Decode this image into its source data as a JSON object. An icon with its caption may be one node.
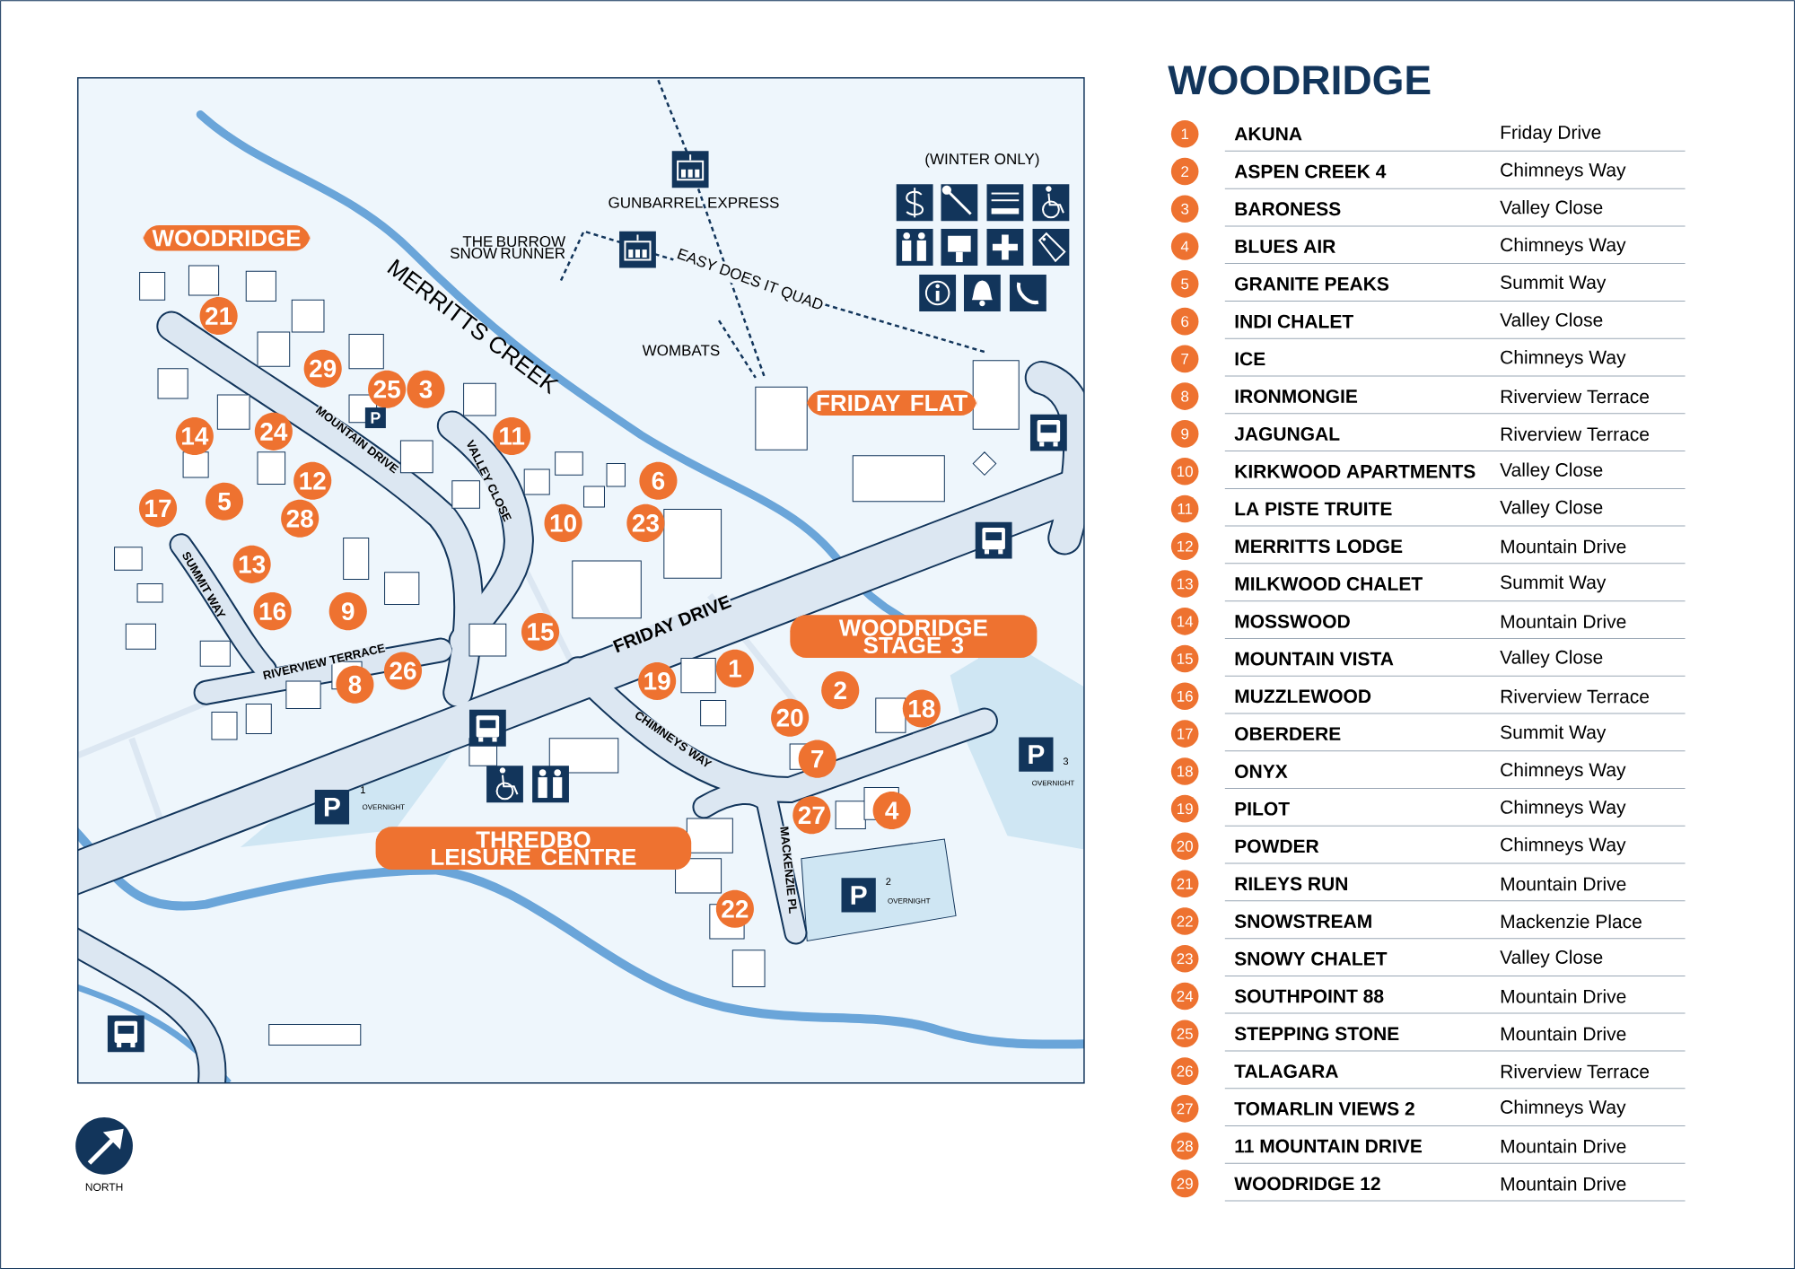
{
  "diagram": {
    "title": "WOODRIDGE",
    "nodes": [
      {
        "text": [
          "WOODRIDGE"
        ]
      },
      {
        "text": [
          "21"
        ]
      },
      {
        "text": [
          "29"
        ]
      },
      {
        "text": [
          "25"
        ]
      },
      {
        "text": [
          "3"
        ]
      },
      {
        "text": [
          "FRIDAY FLAT"
        ]
      },
      {
        "text": [
          "14"
        ]
      },
      {
        "text": [
          "24"
        ]
      },
      {
        "text": [
          "11"
        ]
      },
      {
        "text": [
          "12"
        ]
      },
      {
        "text": [
          "6"
        ]
      },
      {
        "text": [
          "17"
        ]
      },
      {
        "text": [
          "5"
        ]
      },
      {
        "text": [
          "28"
        ]
      },
      {
        "text": [
          "10"
        ]
      },
      {
        "text": [
          "23"
        ]
      },
      {
        "text": [
          "13"
        ]
      },
      {
        "text": [
          "16"
        ]
      },
      {
        "text": [
          "9"
        ]
      },
      {
        "text": [
          "15"
        ]
      },
      {
        "text": [
          "WOODRIDGE STAGE 3"
        ]
      },
      {
        "text": [
          "8"
        ]
      },
      {
        "text": [
          "26"
        ]
      },
      {
        "text": [
          "19"
        ]
      },
      {
        "text": [
          "1"
        ]
      },
      {
        "text": [
          "2"
        ]
      },
      {
        "text": [
          "18"
        ]
      },
      {
        "text": [
          "20"
        ]
      },
      {
        "text": [
          "7"
        ]
      },
      {
        "text": [
          "27"
        ]
      },
      {
        "text": [
          "4"
        ]
      },
      {
        "text": [
          "THREDBO LEISURE CENTRE"
        ]
      },
      {
        "text": [
          "22"
        ]
      }
    ],
    "labels": [
      "(WINTER ONLY)",
      "GUNBARREL EXPRESS",
      "THE BURROW SNOW RUNNER",
      "EASY DOES IT QUAD",
      "WOMBATS",
      "MERRITTS CREEK",
      "MOUNTAIN DRIVE",
      "VALLEY CLOSE",
      "SUMMIT WAY",
      "RIVERVIEW TERRACE",
      "FRIDAY DRIVE",
      "CHIMNEYS WAY",
      "MACKENZIE PL",
      "P",
      "P",
      "1",
      "OVERNIGHT",
      "P",
      "2",
      "OVERNIGHT",
      "P",
      "3",
      "OVERNIGHT",
      "NORTH",
      "1",
      "AKUNA",
      "Friday Drive",
      "2",
      "ASPEN CREEK 4",
      "Chimneys Way",
      "3",
      "BARONESS",
      "Valley Close",
      "4",
      "BLUES AIR",
      "Chimneys Way",
      "5",
      "GRANITE PEAKS",
      "Summit Way",
      "6",
      "INDI CHALET",
      "Valley Close",
      "7",
      "ICE",
      "Chimneys Way",
      "8",
      "IRONMONGIE",
      "Riverview Terrace",
      "9",
      "JAGUNGAL",
      "Riverview Terrace",
      "10",
      "KIRKWOOD APARTMENTS",
      "Valley Close",
      "11",
      "LA PISTE TRUITE",
      "Valley Close",
      "12",
      "MERRITTS LODGE",
      "Mountain Drive",
      "13",
      "MILKWOOD CHALET",
      "Summit Way",
      "14",
      "MOSSWOOD",
      "Mountain Drive",
      "15",
      "MOUNTAIN VISTA",
      "Valley Close",
      "16",
      "MUZZLEWOOD",
      "Riverview Terrace",
      "17",
      "OBERDERE",
      "Summit Way",
      "18",
      "ONYX",
      "Chimneys Way",
      "19",
      "PILOT",
      "Chimneys Way",
      "20",
      "POWDER",
      "Chimneys Way",
      "21",
      "RILEYS RUN",
      "Mountain Drive",
      "22",
      "SNOWSTREAM",
      "Mackenzie Place",
      "23",
      "SNOWY CHALET",
      "Valley Close",
      "24",
      "SOUTHPOINT 88",
      "Mountain Drive",
      "25",
      "STEPPING STONE",
      "Mountain Drive",
      "26",
      "TALAGARA",
      "Riverview Terrace",
      "27",
      "TOMARLIN VIEWS 2",
      "Chimneys Way",
      "28",
      "11 MOUNTAIN DRIVE",
      "Mountain Drive",
      "29",
      "WOODRIDGE 12",
      "Mountain Drive"
    ]
  }
}
